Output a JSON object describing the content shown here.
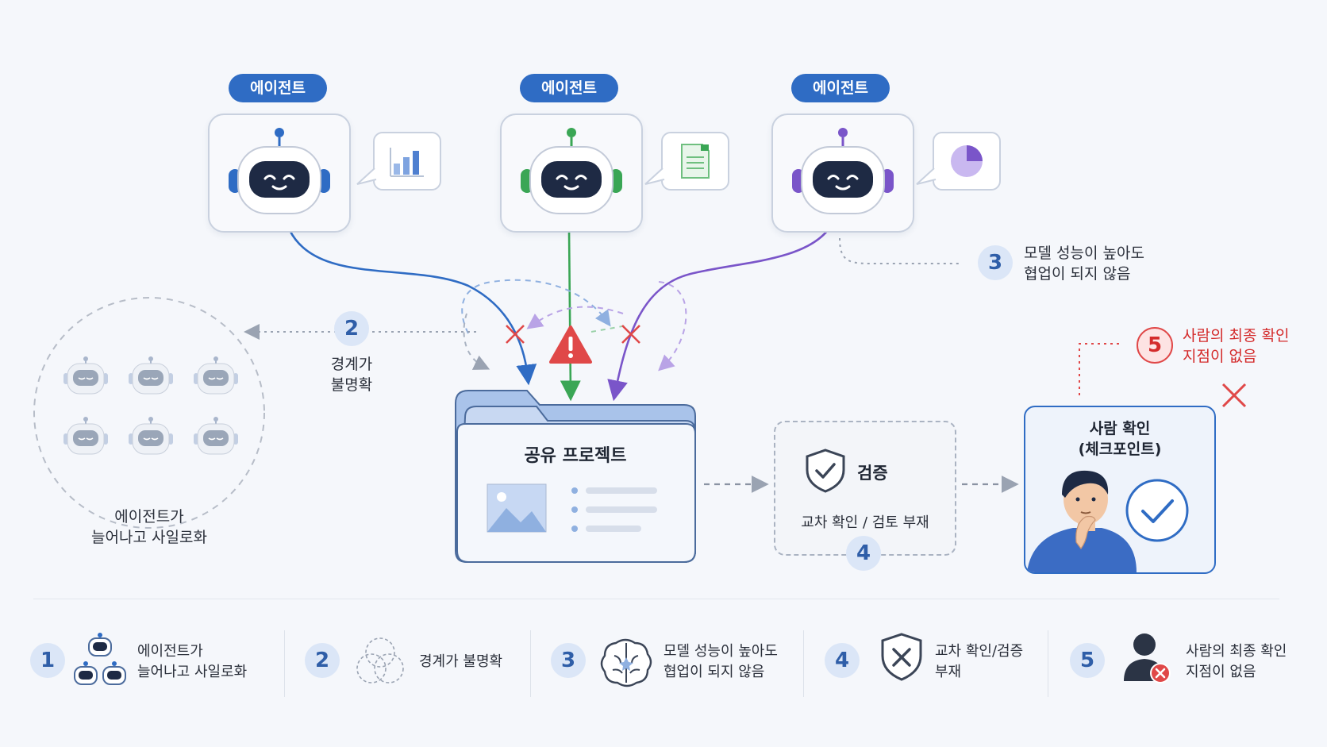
{
  "agents": [
    {
      "label": "에이전트",
      "accent": "#2f6cc4",
      "bubble_icon": "bar-chart-icon"
    },
    {
      "label": "에이전트",
      "accent": "#3aa655",
      "bubble_icon": "document-icon"
    },
    {
      "label": "에이전트",
      "accent": "#7a55c9",
      "bubble_icon": "pie-chart-icon"
    }
  ],
  "silo": {
    "line1": "에이전트가",
    "line2": "늘어나고 사일로화"
  },
  "boundary": {
    "number": "2",
    "line1": "경계가",
    "line2": "불명확"
  },
  "model": {
    "number": "3",
    "line1": "모델 성능이 높아도",
    "line2": "협업이 되지 않음"
  },
  "shared_project": {
    "title": "공유 프로젝트"
  },
  "verify": {
    "title": "검증",
    "subtitle": "교차 확인 / 검토 부재",
    "number": "4"
  },
  "human": {
    "title_line1": "사람 확인",
    "title_line2": "(체크포인트)"
  },
  "human_missing": {
    "number": "5",
    "line1": "사람의 최종 확인",
    "line2": "지점이 없음"
  },
  "legend": [
    {
      "number": "1",
      "icon": "multiple-robots-icon",
      "line1": "에이전트가",
      "line2": "늘어나고 사일로화"
    },
    {
      "number": "2",
      "icon": "overlapping-circles-icon",
      "line1": "경계가 불명확",
      "line2": ""
    },
    {
      "number": "3",
      "icon": "brain-icon",
      "line1": "모델 성능이 높아도",
      "line2": "협업이 되지 않음"
    },
    {
      "number": "4",
      "icon": "shield-x-icon",
      "line1": "교차 확인/검증",
      "line2": "부재"
    },
    {
      "number": "5",
      "icon": "person-x-icon",
      "line1": "사람의 최종 확인",
      "line2": "지점이 없음"
    }
  ],
  "colors": {
    "blue": "#2f6cc4",
    "green": "#3aa655",
    "purple": "#7a55c9",
    "red": "#e04848",
    "background": "#f5f7fb"
  }
}
